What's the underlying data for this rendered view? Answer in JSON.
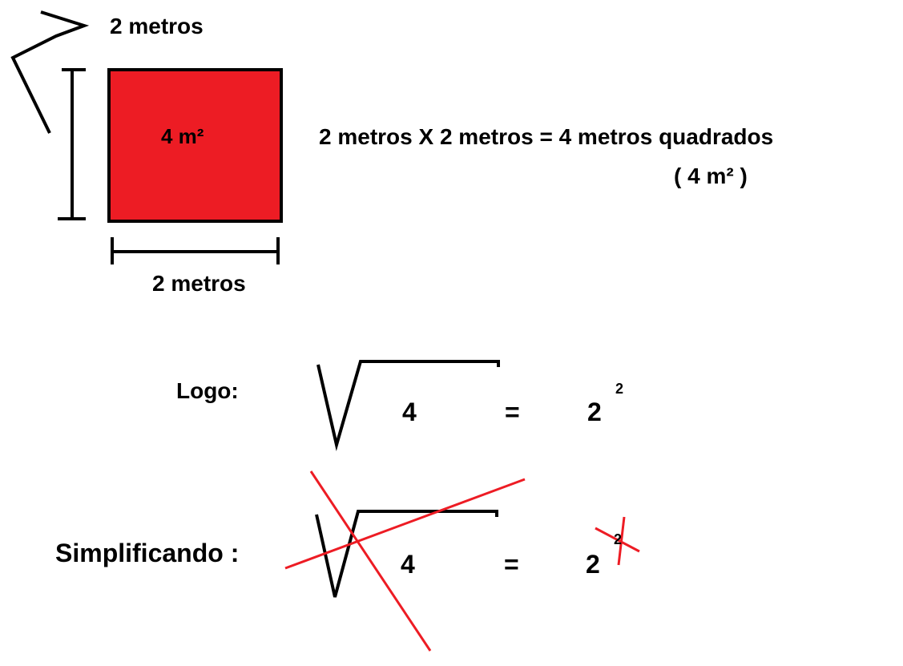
{
  "labels": {
    "side_top": "2 metros",
    "side_bottom": "2 metros",
    "area": "4 m²",
    "equation": "2 metros X 2 metros = 4 metros quadrados",
    "equation_unit": "( 4 m² )"
  },
  "logo_row": {
    "label": "Logo:",
    "radicand": "4",
    "equals": "=",
    "base": "2",
    "exponent": "2"
  },
  "simplify_row": {
    "label": "Simplificando :",
    "radicand": "4",
    "equals": "=",
    "base": "2",
    "exponent": "2"
  },
  "colors": {
    "square_fill": "#ED1C24",
    "ink": "#000000",
    "strike": "#ED1C24"
  }
}
